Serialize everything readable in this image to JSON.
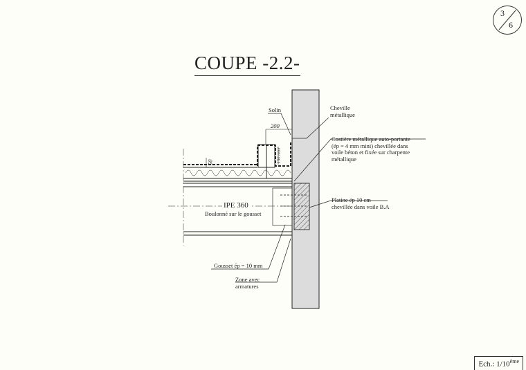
{
  "title": "COUPE -2.2-",
  "sheet": {
    "current": "3",
    "total": "6"
  },
  "scale": {
    "prefix": "Ech.: 1/10",
    "suffix": "ème"
  },
  "dimensions": {
    "width": "200",
    "thickness": "50",
    "height": "150 mini"
  },
  "labels": {
    "solin": "Solin",
    "cheville": [
      "Cheville",
      "métallique"
    ],
    "costiere": [
      "Costière métallique auto-portante",
      "(ép = 4 mm mini) chevillée dans",
      "voile béton et fixée sur charpente",
      "métallique"
    ],
    "ipe": "IPE 360",
    "ipe_note": "Boulonné sur le gousset",
    "platine": [
      "Platine ép 10 cm",
      "chevillée dans voile B.A"
    ],
    "gousset": "Gousset ép = 10 mm",
    "zone": [
      "Zone avec",
      "armatures"
    ]
  },
  "colors": {
    "wall": "#dcdcdc",
    "line": "#222222",
    "paper": "#fefef8"
  }
}
